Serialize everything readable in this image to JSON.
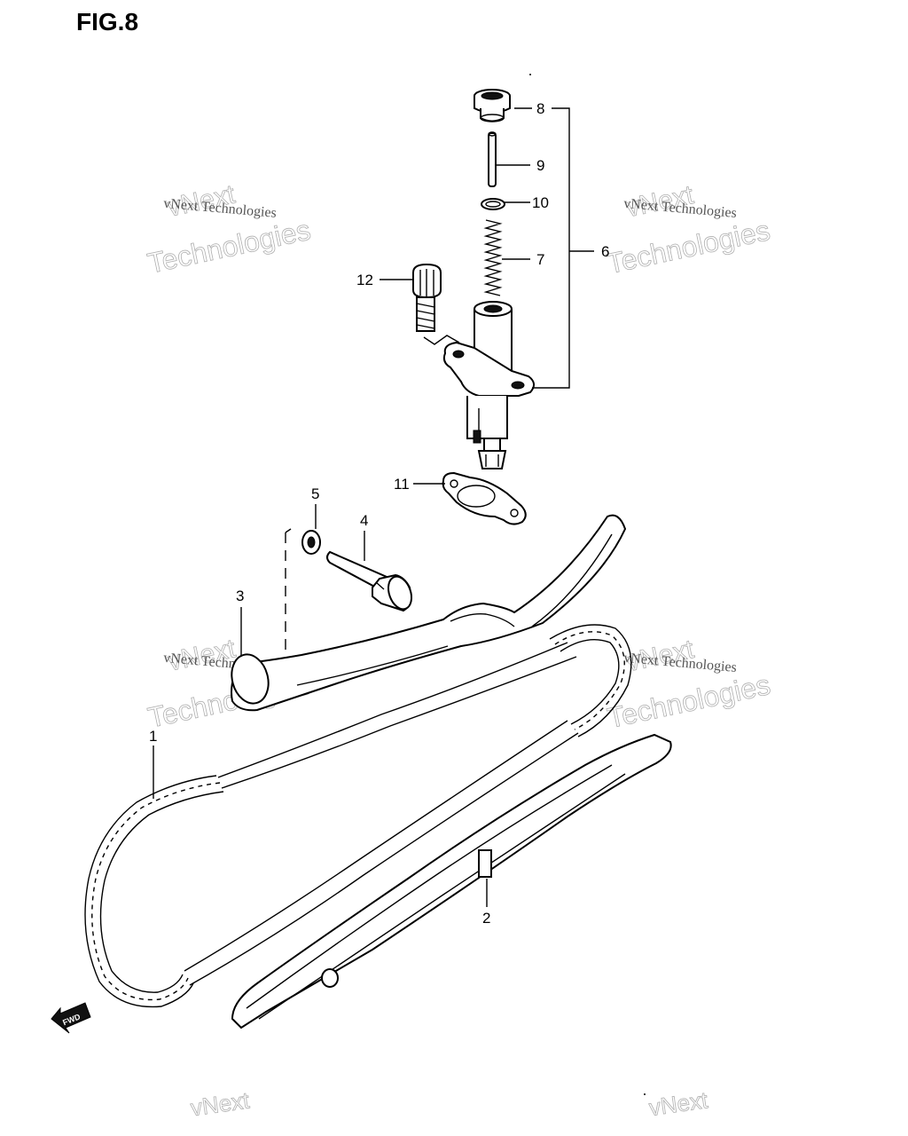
{
  "figure": {
    "title": "FIG.8"
  },
  "callouts": [
    {
      "id": "c1",
      "label": "1"
    },
    {
      "id": "c2",
      "label": "2"
    },
    {
      "id": "c3",
      "label": "3"
    },
    {
      "id": "c4",
      "label": "4"
    },
    {
      "id": "c5",
      "label": "5"
    },
    {
      "id": "c6",
      "label": "6"
    },
    {
      "id": "c7",
      "label": "7"
    },
    {
      "id": "c8",
      "label": "8"
    },
    {
      "id": "c9",
      "label": "9"
    },
    {
      "id": "c10",
      "label": "10"
    },
    {
      "id": "c11",
      "label": "11"
    },
    {
      "id": "c12",
      "label": "12"
    }
  ],
  "watermark": {
    "brand": "vNext",
    "name": "Technologies",
    "full": "vNext Technologies"
  },
  "fwd_marker": "FWD"
}
